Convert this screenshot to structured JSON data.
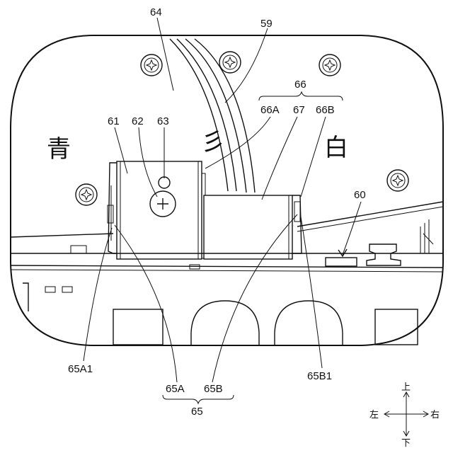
{
  "labels": {
    "l64": "64",
    "l59": "59",
    "l66": "66",
    "l66A": "66A",
    "l67": "67",
    "l66B": "66B",
    "l61": "61",
    "l62": "62",
    "l63": "63",
    "l60": "60",
    "l65A1": "65A1",
    "l65A": "65A",
    "l65B": "65B",
    "l65": "65",
    "l65B1": "65B1"
  },
  "panel_text": {
    "left_char": "青",
    "middle_char": "彡",
    "right_char": "白"
  },
  "directions": {
    "up": "上",
    "down": "下",
    "left": "左",
    "right": "右"
  }
}
